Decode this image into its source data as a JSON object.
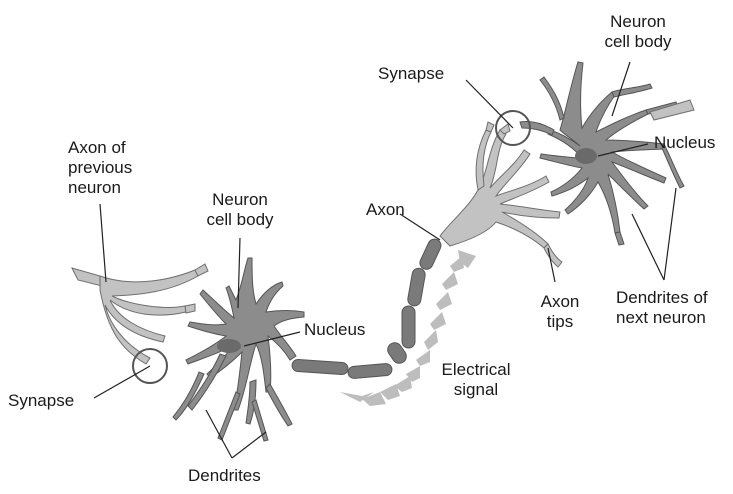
{
  "labels": {
    "axon_prev_1": "Axon of",
    "axon_prev_2": "previous",
    "axon_prev_3": "neuron",
    "cell_body_left_1": "Neuron",
    "cell_body_left_2": "cell body",
    "nucleus_left": "Nucleus",
    "synapse_left": "Synapse",
    "dendrites_left": "Dendrites",
    "axon": "Axon",
    "electrical_1": "Electrical",
    "electrical_2": "signal",
    "axon_tips_1": "Axon",
    "axon_tips_2": "tips",
    "synapse_right": "Synapse",
    "cell_body_right_1": "Neuron",
    "cell_body_right_2": "cell body",
    "nucleus_right": "Nucleus",
    "dendrites_next_1": "Dendrites of",
    "dendrites_next_2": "next neuron"
  },
  "colors": {
    "cell_body": "#8c8c8c",
    "axon_terminal": "#c2c2c2",
    "nucleus": "#6a6a6a",
    "signal_arrows": "#bdbdbd"
  }
}
